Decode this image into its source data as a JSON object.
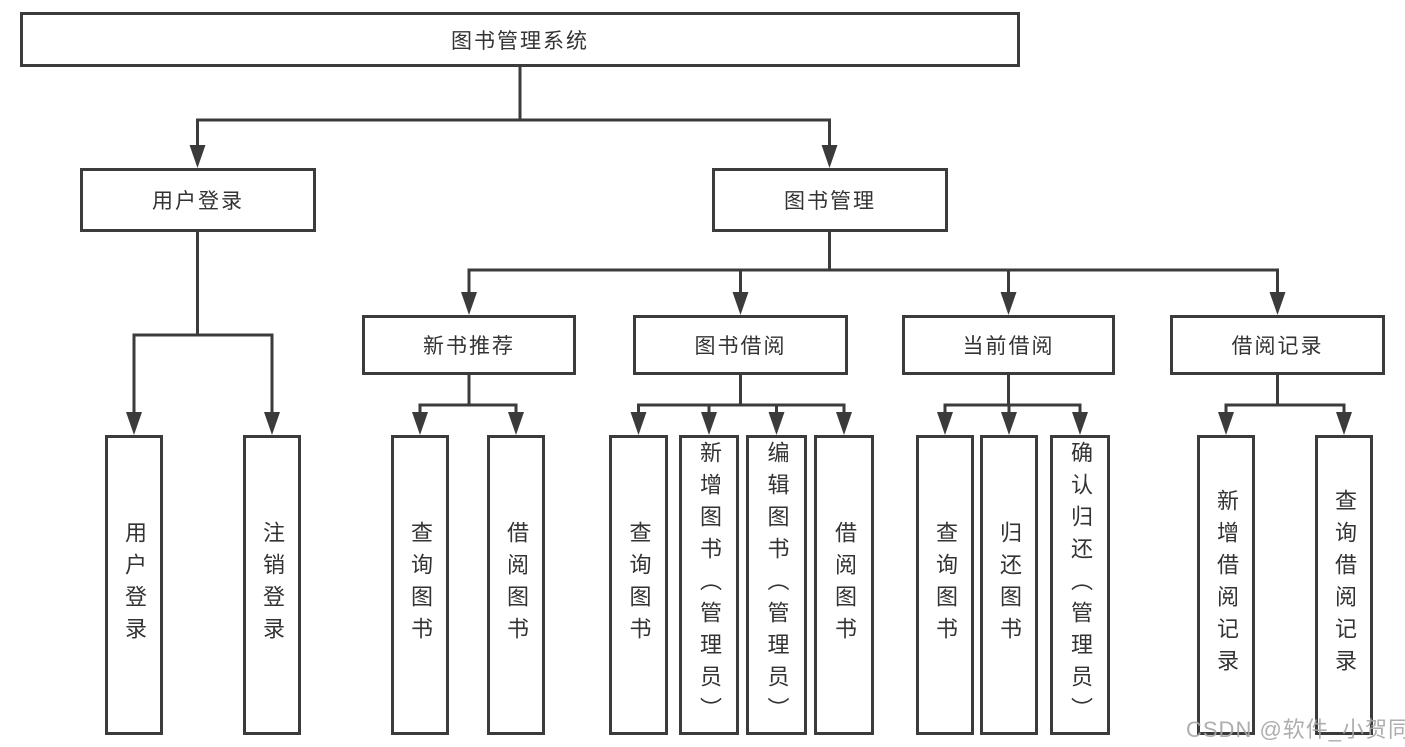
{
  "diagram": {
    "title": "图书管理系统",
    "level2": {
      "user_login": "用户登录",
      "book_mgmt": "图书管理"
    },
    "level3": {
      "new_books": "新书推荐",
      "borrowing": "图书借阅",
      "current": "当前借阅",
      "records": "借阅记录"
    },
    "leaves": {
      "user_login": [
        "用户登录",
        "注销登录"
      ],
      "new_books": [
        "查询图书",
        "借阅图书"
      ],
      "borrowing": [
        "查询图书",
        "新增图书（管理员）",
        "编辑图书（管理员）",
        "借阅图书"
      ],
      "current": [
        "查询图书",
        "归还图书",
        "确认归还（管理员）"
      ],
      "records": [
        "新增借阅记录",
        "查询借阅记录"
      ]
    }
  },
  "watermark": "CSDN @软件_小贺同学",
  "colors": {
    "line": "#3b3b3b",
    "box_border": "#3b3b3b",
    "text": "#333333",
    "background": "#ffffff",
    "watermark": "#a5a5a5"
  }
}
